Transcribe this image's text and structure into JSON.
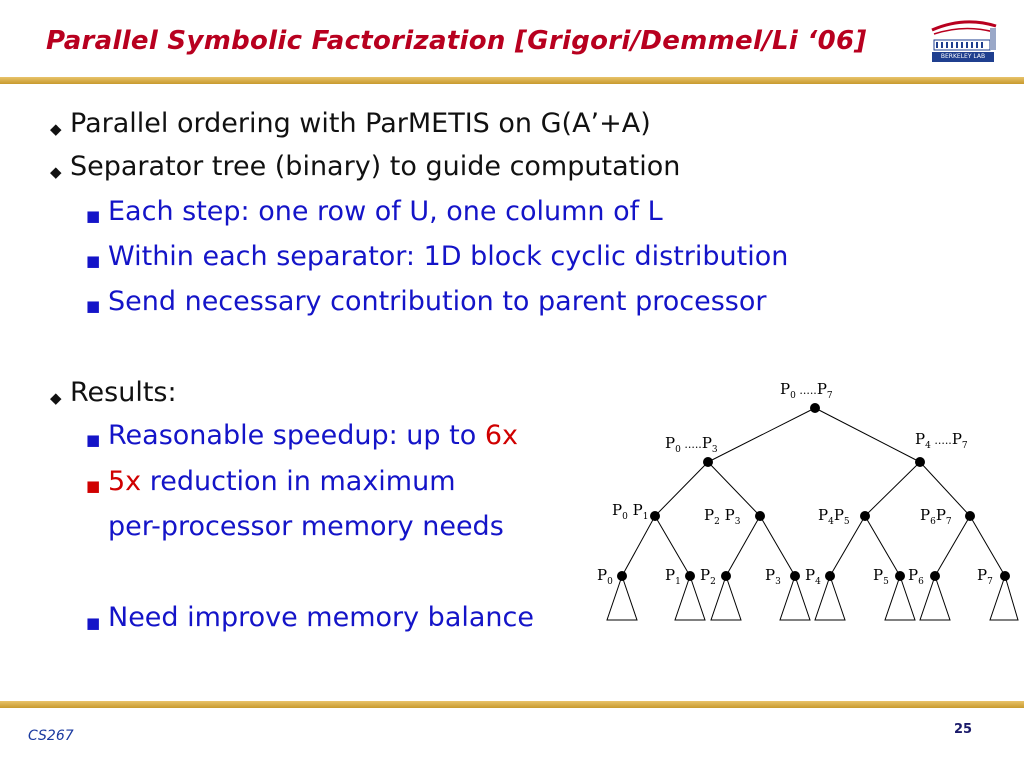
{
  "slide": {
    "title": "Parallel Symbolic Factorization [Grigori/Demmel/Li ‘06]",
    "logo_text": "BERKELEY LAB",
    "footer_left": "CS267",
    "page_number": "25"
  },
  "bullets": [
    {
      "level": 1,
      "text": "Parallel ordering with ParMETIS on G(A’+A)"
    },
    {
      "level": 1,
      "text": "Separator tree (binary) to guide computation"
    },
    {
      "level": 2,
      "text": "Each step: one row of U, one column of L"
    },
    {
      "level": 2,
      "text": "Within each separator: 1D block cyclic distribution"
    },
    {
      "level": 2,
      "text": "Send necessary contribution to parent processor"
    },
    {
      "level": 1,
      "text": "Results:"
    },
    {
      "level": 2,
      "text_pre": "Reasonable speedup: up to ",
      "text_red": "6x"
    },
    {
      "level": 2,
      "text_red": "5x",
      "text_post": " reduction in maximum",
      "text_cont": "per-processor memory needs"
    },
    {
      "level": 2,
      "text": "Need improve memory balance"
    }
  ],
  "tree": {
    "root": {
      "p": "P",
      "a": "0",
      "dots": " .....",
      "b": "7"
    },
    "level1": [
      {
        "p": "P",
        "a": "0",
        "dots": " .....",
        "b": "3"
      },
      {
        "p": "P",
        "a": "4",
        "dots": " .....",
        "b": "7"
      }
    ],
    "level2": [
      {
        "a": "0",
        "b": "1"
      },
      {
        "a": "2",
        "b": "3"
      },
      {
        "a": "4",
        "b": "5"
      },
      {
        "a": "6",
        "b": "7"
      }
    ],
    "leaves": [
      "0",
      "1",
      "2",
      "3",
      "4",
      "5",
      "6",
      "7"
    ]
  },
  "colors": {
    "title": "#b8001f",
    "blue_text": "#1414c8",
    "accent_red": "#d00000",
    "rule": "#d4aa45"
  }
}
